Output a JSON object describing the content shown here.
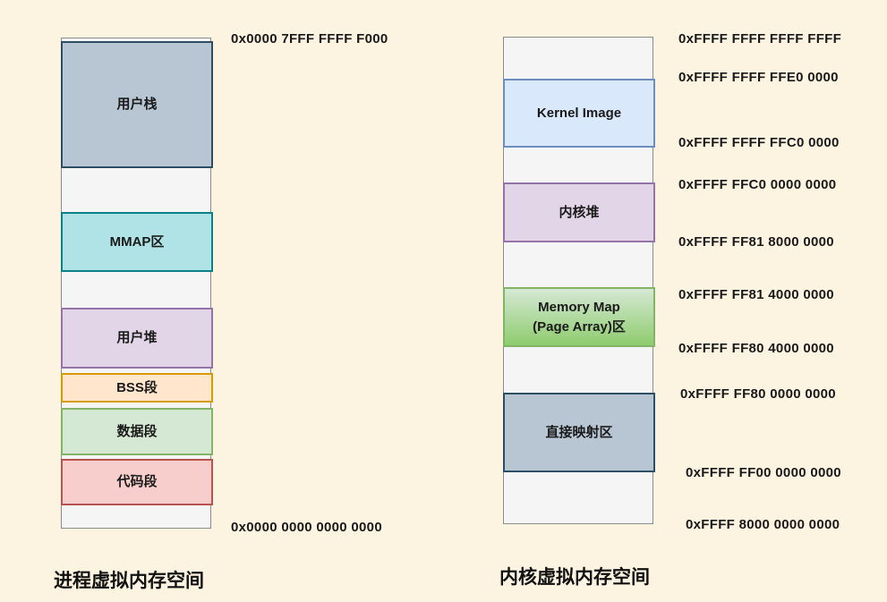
{
  "page": {
    "background_color": "#fdf3e1",
    "text_color": "#191919"
  },
  "process_space": {
    "caption": "进程虚拟内存空间",
    "top_address": "0x0000 7FFF FFFF F000",
    "bottom_address": "0x0000 0000 0000 0000",
    "blocks": [
      {
        "label": "用户栈",
        "fill": "#b8c6d3",
        "border": "#2e4e66"
      },
      {
        "label": "MMAP区",
        "fill": "#b0e3e6",
        "border": "#0e8088"
      },
      {
        "label": "用户堆",
        "fill": "#e1d5e7",
        "border": "#9673a6"
      },
      {
        "label": "BSS段",
        "fill": "#ffe6cc",
        "border": "#d79b00"
      },
      {
        "label": "数据段",
        "fill": "#d5e8d4",
        "border": "#82b366"
      },
      {
        "label": "代码段",
        "fill": "#f8cecc",
        "border": "#b85450"
      }
    ]
  },
  "kernel_space": {
    "caption": "内核虚拟内存空间",
    "blocks": [
      {
        "label": "Kernel Image",
        "fill": "#dae8fc",
        "border": "#6c8ebf"
      },
      {
        "label": "内核堆",
        "fill": "#e1d5e7",
        "border": "#9673a6"
      },
      {
        "label": "Memory Map\n(Page Array)区",
        "fill": "linear-gradient(#d5e8d4, #8ecc6e)",
        "border": "#82b366"
      },
      {
        "label": "直接映射区",
        "fill": "#b8c6d3",
        "border": "#2e4e66"
      }
    ],
    "addresses": [
      "0xFFFF FFFF FFFF FFFF",
      "0xFFFF FFFF FFE0 0000",
      "0xFFFF FFFF FFC0 0000",
      "0xFFFF FFC0 0000 0000",
      "0xFFFF FF81 8000 0000",
      "0xFFFF FF81 4000 0000",
      "0xFFFF FF80 4000 0000",
      "0xFFFF FF80 0000 0000",
      "0xFFFF FF00 0000 0000",
      "0xFFFF 8000 0000 0000"
    ]
  }
}
